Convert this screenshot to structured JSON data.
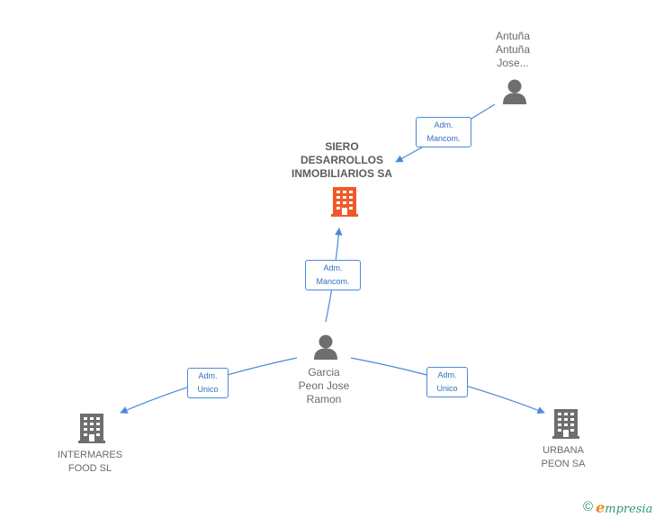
{
  "nodes": {
    "antuna": {
      "lines": [
        "Antuña",
        "Antuña",
        "Jose..."
      ],
      "kind": "person"
    },
    "siero": {
      "lines": [
        "SIERO",
        "DESARROLLOS",
        "INMOBILIARIOS SA"
      ],
      "kind": "company-main"
    },
    "garcia": {
      "lines": [
        "Garcia",
        "Peon Jose",
        "Ramon"
      ],
      "kind": "person"
    },
    "intermares": {
      "lines": [
        "INTERMARES",
        "FOOD SL"
      ],
      "kind": "company"
    },
    "urbana": {
      "lines": [
        "URBANA",
        "PEON SA"
      ],
      "kind": "company"
    }
  },
  "edges": {
    "antuna_siero": {
      "lines": [
        "Adm.",
        "Mancom."
      ]
    },
    "garcia_siero": {
      "lines": [
        "Adm.",
        "Mancom."
      ]
    },
    "garcia_intermares": {
      "lines": [
        "Adm.",
        "Unico"
      ]
    },
    "garcia_urbana": {
      "lines": [
        "Adm.",
        "Unico"
      ]
    }
  },
  "colors": {
    "edge": "#4a8ad8",
    "person_icon": "#6e6e6e",
    "company_icon": "#6e6e6e",
    "main_company_icon": "#f05a28",
    "brand_green": "#2e9a6a",
    "brand_orange": "#f08a1f"
  },
  "icons": {
    "person": "person-icon",
    "company": "building-icon",
    "copyright": "copyright-icon"
  },
  "brand": {
    "copyright": "©",
    "first_letter": "e",
    "rest": "mpresia"
  }
}
